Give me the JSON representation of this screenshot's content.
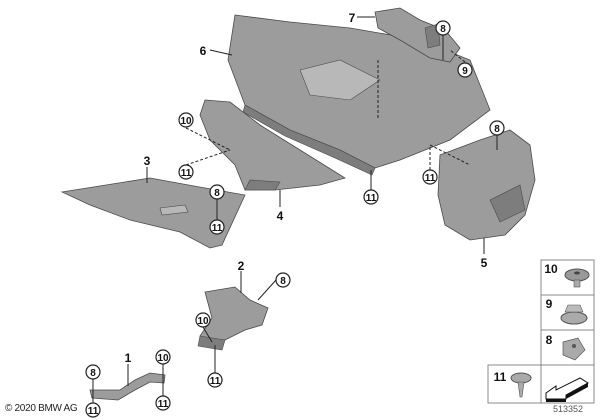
{
  "labels": {
    "part1": "1",
    "part2": "2",
    "part3": "3",
    "part4": "4",
    "part5": "5",
    "part6": "6",
    "part7": "7"
  },
  "callouts": [
    "8",
    "9",
    "10",
    "11",
    "8",
    "11",
    "11",
    "11",
    "8",
    "8",
    "10",
    "11",
    "8",
    "11",
    "10",
    "11"
  ],
  "legend": {
    "items": [
      {
        "number": "10",
        "icon": "clip-nut-icon"
      },
      {
        "number": "9",
        "icon": "hex-flange-nut-icon"
      },
      {
        "number": "8",
        "icon": "spring-nut-icon"
      },
      {
        "number": "11",
        "icon": "expanding-rivet-icon"
      }
    ],
    "arrow_icon": "direction-arrow-icon"
  },
  "copyright": "© 2020 BMW AG",
  "doc_number": "513352",
  "colors": {
    "part": "#9c9c9c",
    "outline": "#4a4a4a"
  }
}
